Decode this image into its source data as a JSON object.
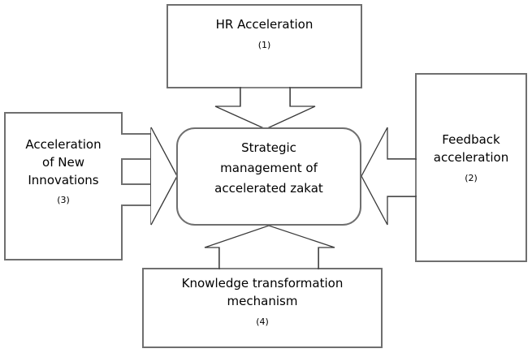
{
  "diagram": {
    "type": "hub-and-spoke-block-diagram",
    "background_color": "#ffffff",
    "box_stroke_color": "#6f6f6f",
    "arrow_stroke_color": "#3a3a3a",
    "text_color": "#000000",
    "center": {
      "name": "strategic-management-node",
      "title": "Strategic\nmanagement of\naccelerated zakat",
      "shape": "rounded-rectangle"
    },
    "nodes": [
      {
        "id": "hr-acceleration",
        "title": "HR Acceleration",
        "index": "(1)",
        "position": "top",
        "arrow_direction": "down",
        "shape": "rectangle-with-arrow-notch"
      },
      {
        "id": "feedback-acceleration",
        "title": "Feedback\nacceleration",
        "index": "(2)",
        "position": "right",
        "arrow_direction": "left",
        "shape": "rectangle-with-arrow-notch"
      },
      {
        "id": "acceleration-of-new-innovations",
        "title": "Acceleration\nof New\nInnovations",
        "index": "(3)",
        "position": "left",
        "arrow_direction": "right",
        "shape": "rectangle-with-arrow-notch"
      },
      {
        "id": "knowledge-transformation-mechanism",
        "title": "Knowledge transformation\nmechanism",
        "index": "(4)",
        "position": "bottom",
        "arrow_direction": "up",
        "shape": "rectangle-with-arrow-notch"
      }
    ]
  }
}
